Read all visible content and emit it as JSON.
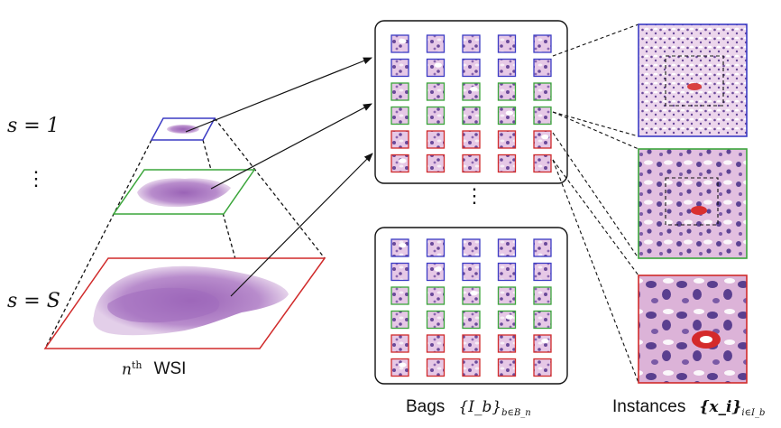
{
  "labels": {
    "scale_top": "s = 1",
    "scale_bottom": "s = S",
    "vertical_ellipsis": "⋮",
    "wsi_caption_math": "n",
    "wsi_caption_sup": "th",
    "wsi_caption_text": "WSI",
    "bags_caption_text": "Bags",
    "bags_caption_math": "{I_b}",
    "bags_caption_sub": "b∈B_n",
    "instances_caption_text": "Instances",
    "instances_caption_math": "{x_i}",
    "instances_caption_sub": "i∈I_b"
  },
  "bag_grid": {
    "rows": 6,
    "cols": 5,
    "row_colors": [
      "#3b3bc4",
      "#3b3bc4",
      "#3aa53a",
      "#3aa53a",
      "#d02a2a",
      "#d02a2a"
    ]
  },
  "colors": {
    "low_res": "#3b3bc4",
    "mid_res": "#3aa53a",
    "high_res": "#d02a2a",
    "tissue": "#b07fc4",
    "tissue_dark": "#8a56a6",
    "patch_fill": "#d9b3e0",
    "patch_fill_red": "#c98fc0"
  }
}
